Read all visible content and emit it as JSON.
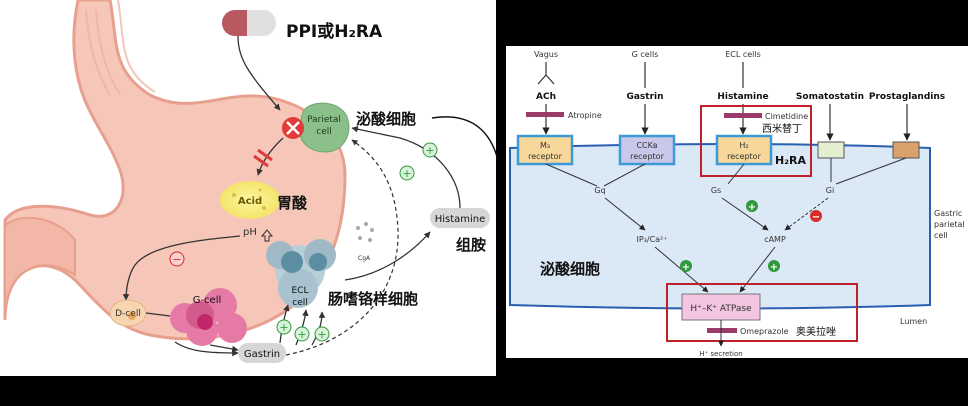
{
  "left": {
    "drug_label": "PPI或H₂RA",
    "parietal_cell": [
      "Parietal",
      "cell"
    ],
    "acid": "Acid",
    "acid_cn": "胃酸",
    "ph": "pH",
    "d_cell": "D-cell",
    "g_cell": "G-cell",
    "gastrin": "Gastrin",
    "ecl_cell": [
      "ECL",
      "cell"
    ],
    "ecl_cn": "肠嗜铬样细胞",
    "cga": "CgA",
    "histamine": "Histamine",
    "histamine_cn": "组胺",
    "parietal_cn": "泌酸细胞",
    "minus_sign": "−",
    "plus_sign": "+"
  },
  "right": {
    "top_sources": [
      "Vagus",
      "G cells",
      "ECL cells"
    ],
    "ligands": [
      "ACh",
      "Gastrin",
      "Histamine",
      "Somatostatin",
      "Prostaglandins"
    ],
    "blockers": {
      "atropine": "Atropine",
      "cimetidine": "Cimetidine",
      "cimetidine_cn": "西米替丁",
      "omeprazole": "Omeprazole",
      "omeprazole_cn": "奥美拉唑"
    },
    "receptors": [
      {
        "line1": "M₃",
        "line2": "receptor"
      },
      {
        "line1": "CCKʙ",
        "line2": "receptor"
      },
      {
        "line1": "H₂",
        "line2": "receptor"
      }
    ],
    "h2ra": "H₂RA",
    "g_proteins": [
      "Gq",
      "Gs",
      "Gi"
    ],
    "second_messengers": [
      "IP₃/Ca²⁺",
      "cAMP"
    ],
    "cell_label_cn": "泌酸细胞",
    "side_label": [
      "Gastric",
      "parietal",
      "cell"
    ],
    "pump": "H⁺–K⁺ ATPase",
    "lumen": "Lumen",
    "secretion": "H⁺ secretion",
    "colors": {
      "cell_fill": "#dbe8f6",
      "cell_border": "#2a5fb0",
      "receptor_fill": "#f7d79a",
      "receptor_border": "#3d9ad6",
      "pump_fill": "#f3c5e2",
      "highlight": "#c0202a",
      "inhibitor_bar": "#9b3a6b",
      "stim_green": "#2e9a3c",
      "inhib_red": "#d52b2b"
    }
  }
}
